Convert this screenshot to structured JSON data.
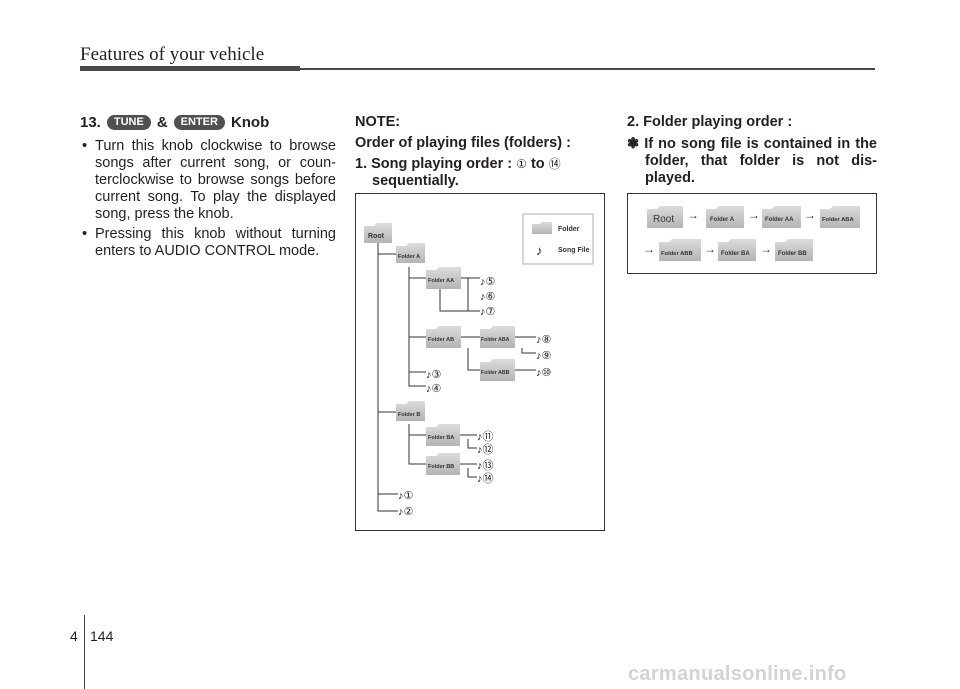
{
  "header": {
    "title": "Features of your vehicle"
  },
  "col1": {
    "heading_num": "13.",
    "badge_tune": "TUNE",
    "amp": "&",
    "badge_enter": "ENTER",
    "heading_tail": "Knob",
    "bullets": [
      "Turn this knob clockwise to browse songs after current song, or coun-terclockwise to browse songs before current song. To play the displayed song, press the knob.",
      "Pressing this knob without turning enters to AUDIO CONTROL mode."
    ]
  },
  "col2": {
    "note": "NOTE:",
    "subtitle": "Order of playing files (folders) :",
    "item1_pre": "1. Song playing order :",
    "item1_from": "①",
    "item1_to_word": "to",
    "item1_to": "⑭",
    "item1_post": "sequentially."
  },
  "col3": {
    "item2": "2. Folder playing order :",
    "star": "❃",
    "note": "If no song file is contained in the folder, that folder is not dis-played."
  },
  "tree": {
    "legend_folder": "Folder",
    "legend_song": "Song File",
    "root": "Root",
    "folders": {
      "a": "Folder A",
      "aa": "Folder AA",
      "ab": "Folder AB",
      "aba": "Folder ABA",
      "abb": "Folder ABB",
      "b": "Folder B",
      "ba": "Folder BA",
      "bb": "Folder BB"
    },
    "songs": [
      "①",
      "②",
      "③",
      "④",
      "⑤",
      "⑥",
      "⑦",
      "⑧",
      "⑨",
      "⑩",
      "⑪",
      "⑫",
      "⑬",
      "⑭"
    ],
    "note_glyph": "♪"
  },
  "order": {
    "root": "Root",
    "row1": [
      "Folder A",
      "Folder AA",
      "Folder ABA"
    ],
    "row2": [
      "Folder ABB",
      "Folder BA",
      "Folder BB"
    ],
    "arrow": "→"
  },
  "footer": {
    "section": "4",
    "page": "144",
    "watermark": "carmanualsonline.info"
  }
}
